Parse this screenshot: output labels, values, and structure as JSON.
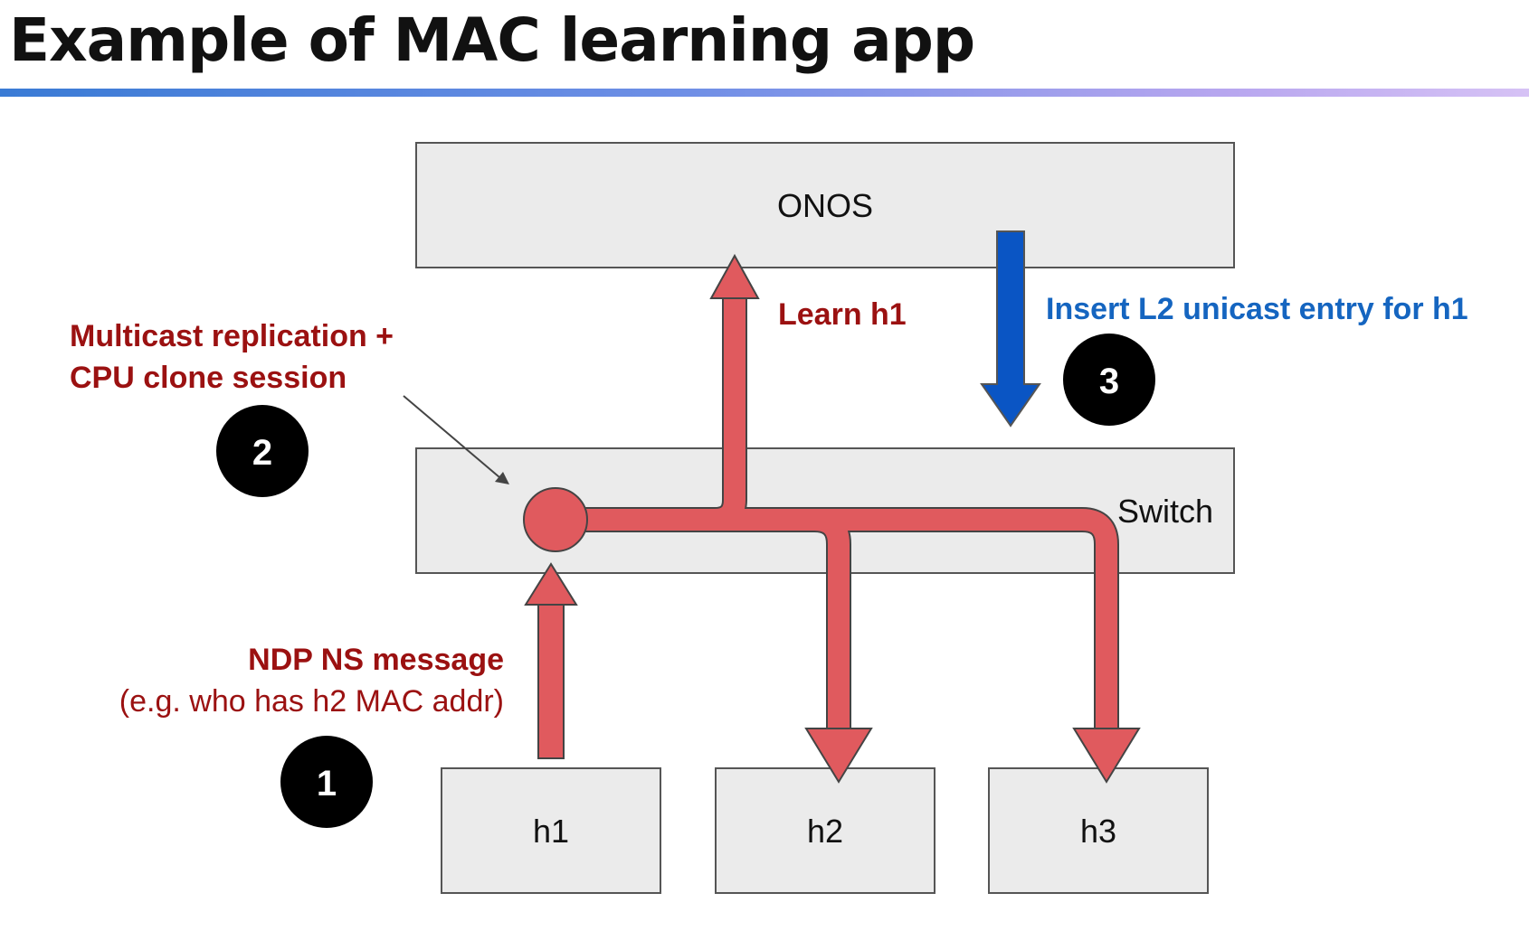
{
  "title": "Example of MAC learning app",
  "nodes": {
    "controller": "ONOS",
    "switch": "Switch",
    "hosts": [
      "h1",
      "h2",
      "h3"
    ]
  },
  "steps": [
    {
      "number": "1",
      "label_bold": "NDP NS message",
      "label_detail": "(e.g. who has h2 MAC addr)"
    },
    {
      "number": "2",
      "label_lines": [
        "Multicast replication +",
        "CPU clone session"
      ]
    },
    {
      "number": "3",
      "label": "Insert L2 unicast entry for h1"
    }
  ],
  "annotations": {
    "learn": "Learn h1"
  },
  "colors": {
    "flow_red": "#e05a5e",
    "label_red": "#9b1111",
    "label_blue": "#1565c0",
    "install_arrow": "#0a55c4",
    "step_circle": "#000000"
  }
}
